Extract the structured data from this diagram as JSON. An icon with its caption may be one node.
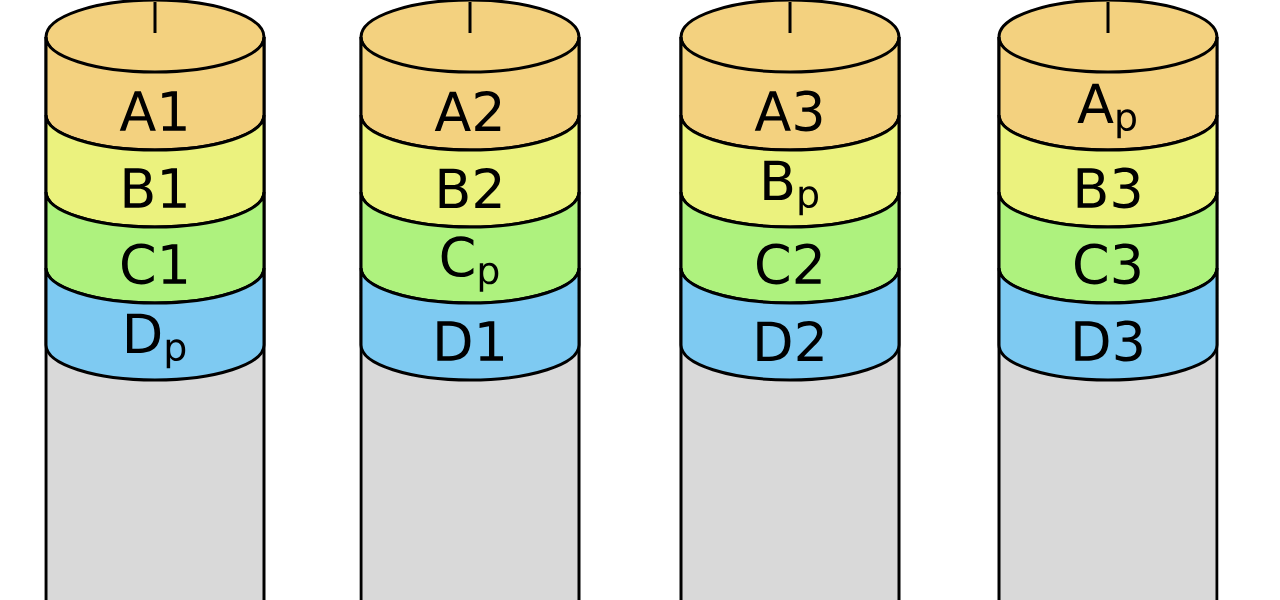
{
  "diagram": {
    "nodes": [
      {
        "text": [],
        "shape": "cylinder"
      },
      {
        "text": [
          "A1"
        ],
        "in": 0
      },
      {
        "text": [
          "B1"
        ],
        "in": 0
      },
      {
        "text": [
          "C1"
        ],
        "in": 0
      },
      {
        "text": [
          "D$_{p}$"
        ],
        "in": 0
      },
      {
        "text": [],
        "shape": "cylinder"
      },
      {
        "text": [
          "A2"
        ],
        "in": 5
      },
      {
        "text": [
          "B2"
        ],
        "in": 5
      },
      {
        "text": [
          "C$_{p}$"
        ],
        "in": 5
      },
      {
        "text": [
          "D1"
        ],
        "in": 5
      },
      {
        "text": [],
        "shape": "cylinder"
      },
      {
        "text": [
          "A3"
        ],
        "in": 10
      },
      {
        "text": [
          "B$_{p}$"
        ],
        "in": 10
      },
      {
        "text": [
          "C2"
        ],
        "in": 10
      },
      {
        "text": [
          "D2"
        ],
        "in": 10
      },
      {
        "text": [],
        "shape": "cylinder"
      },
      {
        "text": [
          "A$_{p}$"
        ],
        "in": 15
      },
      {
        "text": [
          "B3"
        ],
        "in": 15
      },
      {
        "text": [
          "C3"
        ],
        "in": 15
      },
      {
        "text": [
          "D3"
        ],
        "in": 15
      }
    ]
  }
}
